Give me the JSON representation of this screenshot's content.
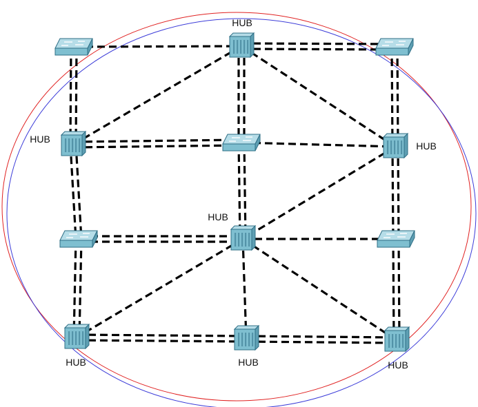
{
  "colors": {
    "background": "#ffffff",
    "link": "#000000",
    "ring_red": "#e02020",
    "ring_blue": "#3a3ad8",
    "device_face": "#7fbfd0",
    "device_top": "#b6dde8",
    "device_edge": "#2f6f86",
    "label_text": "#111111"
  },
  "devices": [
    {
      "id": "switch-top-left",
      "type": "switch",
      "label": ""
    },
    {
      "id": "hub-top-center",
      "type": "hub",
      "label": "HUB"
    },
    {
      "id": "switch-top-right",
      "type": "switch",
      "label": ""
    },
    {
      "id": "hub-upper-left",
      "type": "hub",
      "label": "HUB"
    },
    {
      "id": "switch-upper-center",
      "type": "switch",
      "label": ""
    },
    {
      "id": "hub-upper-right",
      "type": "hub",
      "label": "HUB"
    },
    {
      "id": "switch-lower-left",
      "type": "switch",
      "label": ""
    },
    {
      "id": "hub-center",
      "type": "hub",
      "label": "HUB"
    },
    {
      "id": "switch-lower-right",
      "type": "switch",
      "label": ""
    },
    {
      "id": "hub-bottom-left",
      "type": "hub",
      "label": "HUB"
    },
    {
      "id": "hub-bottom-center",
      "type": "hub",
      "label": "HUB"
    },
    {
      "id": "hub-bottom-right",
      "type": "hub",
      "label": "HUB"
    }
  ],
  "links": [
    {
      "from": "switch-top-left",
      "to": "hub-top-center",
      "double": false
    },
    {
      "from": "hub-top-center",
      "to": "switch-top-right",
      "double": true
    },
    {
      "from": "switch-top-left",
      "to": "hub-upper-left",
      "double": true
    },
    {
      "from": "hub-top-center",
      "to": "hub-upper-left",
      "double": false
    },
    {
      "from": "hub-top-center",
      "to": "switch-upper-center",
      "double": true
    },
    {
      "from": "hub-top-center",
      "to": "hub-upper-right",
      "double": false
    },
    {
      "from": "switch-top-right",
      "to": "hub-upper-right",
      "double": true
    },
    {
      "from": "hub-upper-left",
      "to": "switch-upper-center",
      "double": true
    },
    {
      "from": "switch-upper-center",
      "to": "hub-upper-right",
      "double": false
    },
    {
      "from": "hub-upper-left",
      "to": "switch-lower-left",
      "double": true
    },
    {
      "from": "switch-upper-center",
      "to": "hub-center",
      "double": true
    },
    {
      "from": "hub-upper-right",
      "to": "hub-center",
      "double": false
    },
    {
      "from": "hub-upper-right",
      "to": "switch-lower-right",
      "double": true
    },
    {
      "from": "switch-lower-left",
      "to": "hub-center",
      "double": true
    },
    {
      "from": "hub-center",
      "to": "switch-lower-right",
      "double": false
    },
    {
      "from": "switch-lower-left",
      "to": "hub-bottom-left",
      "double": true
    },
    {
      "from": "hub-center",
      "to": "hub-bottom-left",
      "double": false
    },
    {
      "from": "hub-center",
      "to": "hub-bottom-center",
      "double": false
    },
    {
      "from": "hub-center",
      "to": "hub-bottom-right",
      "double": false
    },
    {
      "from": "switch-lower-right",
      "to": "hub-bottom-right",
      "double": true
    },
    {
      "from": "hub-bottom-left",
      "to": "hub-bottom-center",
      "double": true
    },
    {
      "from": "hub-bottom-center",
      "to": "hub-bottom-right",
      "double": true
    }
  ]
}
